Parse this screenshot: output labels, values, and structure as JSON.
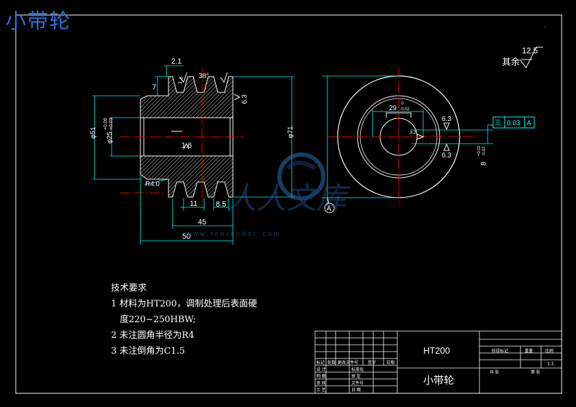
{
  "title": "小带轮",
  "surface_note": {
    "prefix": "其余",
    "value": "12.5"
  },
  "dimensions": {
    "d_2_1": "2.1",
    "d_7": "7",
    "d_38": "38°",
    "d_1_6_top": "1.6",
    "d_6_3_left": "6.3",
    "d_51": "φ51",
    "d_25": "φ25+0.06\n+0.03",
    "d_25_main": "φ25",
    "d_25_tol_up": "+0.06",
    "d_25_tol_dn": "+0.03",
    "d_71": "φ71",
    "d_1_6_mid": "1.6",
    "d_r4": "R4.0",
    "d_11": "11",
    "d_8_5": "8.5",
    "d_45": "45",
    "d_50": "50",
    "d_29": "29",
    "d_29_tol_up": "0",
    "d_29_tol_dn": "-0.02",
    "d_8": "8",
    "d_8_tol_up": "+0.02",
    "d_8_tol_dn": "-0.02",
    "d_6_3_r1": "6.3",
    "d_6_3_r2": "6.3",
    "d_3_2": "3.2",
    "tol_symbol": "三",
    "tol_value": "0.03",
    "tol_datum": "A",
    "datum_label": "A"
  },
  "requirements": {
    "heading": "技术要求",
    "line1": "1 材料为HT200，调制处理后表面硬",
    "line1b": "度220~250HBW;",
    "line2": "2 未注圆角半径为R4",
    "line3": "3 未注倒角为C1.5"
  },
  "title_block": {
    "material": "HT200",
    "part_name": "小带轮",
    "scale": "1:1",
    "stage_label": "阶段标记",
    "weight_label": "重量",
    "scale_label": "比例",
    "sheets_label": "共  张",
    "sheet_label": "第  张",
    "rev_cols": [
      "标记",
      "处数",
      "更改文件号",
      "签字",
      "日期"
    ],
    "rows": [
      "设 计",
      "制 图",
      "审 核",
      "工 艺"
    ],
    "rows2": [
      "标准化",
      "审 定",
      "文件号",
      "日 期"
    ]
  },
  "watermark": {
    "text": "人人文库",
    "url": "w w w . r e n r e n d o c . c o m"
  }
}
